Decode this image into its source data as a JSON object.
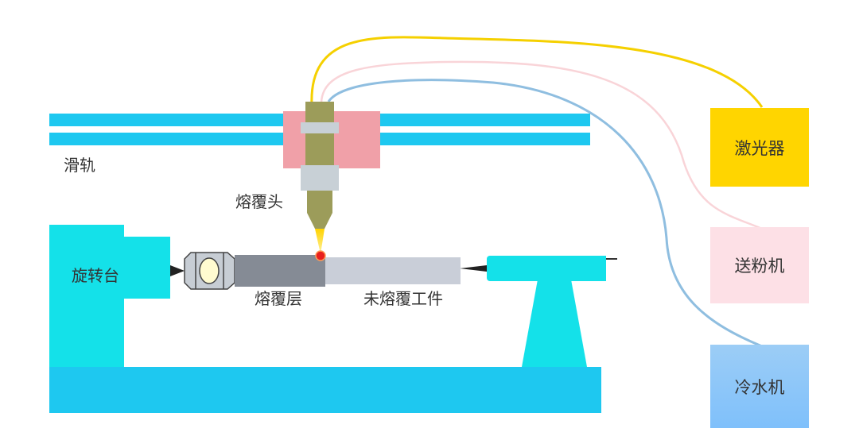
{
  "labels": {
    "rail": "滑轨",
    "head": "熔覆头",
    "rotary": "旋转台",
    "cladding": "熔覆层",
    "workpiece": "未熔覆工件"
  },
  "devices": {
    "laser": "激光器",
    "powder": "送粉机",
    "chiller": "冷水机"
  },
  "colors": {
    "rail": "#1ec8f0",
    "machine": "#14e1e9",
    "head_block": "#f0a0a8",
    "nozzle": "#9c9c5a",
    "collar": "#c8d0d6",
    "cladding_layer": "#858b95",
    "workpiece": "#c9ced8",
    "melt_pool": "#e8201e",
    "laser_beam": "#ffd200",
    "laser_box": "#ffd500",
    "powder_box": "#fde0e6",
    "chiller_box": "#8ec8f8",
    "laser_cable": "#f5d000",
    "powder_cable": "#f9d4d8",
    "chiller_cable": "#8fbee0"
  }
}
